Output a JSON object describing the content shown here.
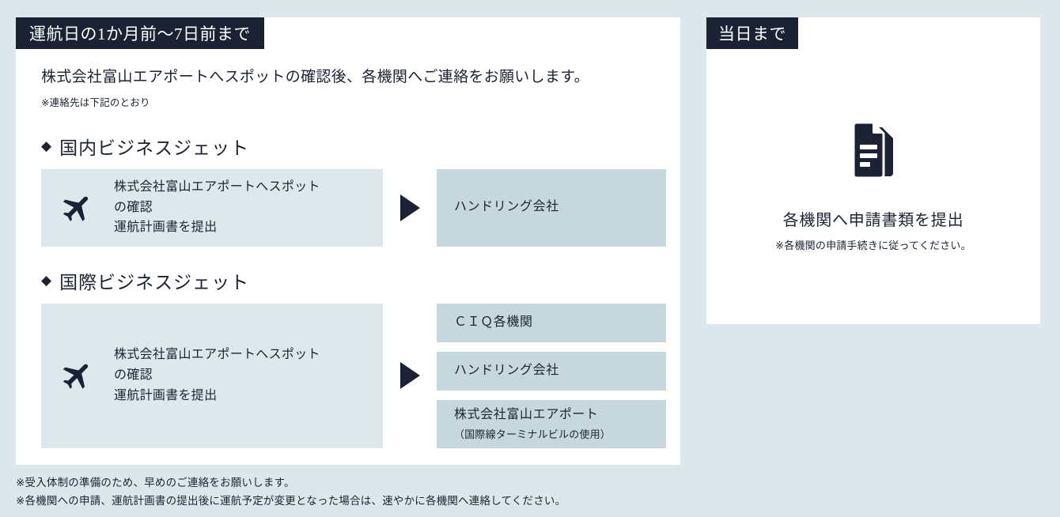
{
  "page": {
    "background_color": "#dce7ec",
    "card_color": "#ffffff",
    "tab_color": "#1a2233",
    "box_light_color": "#dde8ec",
    "box_dark_color": "#c6d8dd",
    "text_color": "#1c2331"
  },
  "left_panel": {
    "tab_label": "運航日の1か月前～7日前まで",
    "intro_main": "株式会社富山エアポートへスポットの確認後、各機関へご連絡をお願いします。",
    "intro_note": "※連絡先は下記のとおり",
    "sections": [
      {
        "bullet": "◆",
        "heading": "国内ビジネスジェット",
        "source": {
          "icon": "airplane-icon",
          "lines": [
            "株式会社富山エアポートへスポット",
            "の確認",
            "運航計画書を提出"
          ]
        },
        "arrow": "triangle-right-icon",
        "targets": [
          {
            "title": "ハンドリング会社",
            "subtitle": ""
          }
        ]
      },
      {
        "bullet": "◆",
        "heading": "国際ビジネスジェット",
        "source": {
          "icon": "airplane-icon",
          "lines": [
            "株式会社富山エアポートへスポット",
            "の確認",
            "運航計画書を提出"
          ]
        },
        "arrow": "triangle-right-icon",
        "targets": [
          {
            "title": "ＣＩＱ各機関",
            "subtitle": ""
          },
          {
            "title": "ハンドリング会社",
            "subtitle": ""
          },
          {
            "title": "株式会社富山エアポート",
            "subtitle": "（国際線ターミナルビルの使用）"
          }
        ]
      }
    ]
  },
  "right_panel": {
    "tab_label": "当日まで",
    "icon": "documents-icon",
    "title": "各機関へ申請書類を提出",
    "note": "※各機関の申請手続きに従ってください。"
  },
  "footnotes": [
    "※受入体制の準備のため、早めのご連絡をお願いします。",
    "※各機関への申請、運航計画書の提出後に運航予定が変更となった場合は、速やかに各機関へ連絡してください。"
  ]
}
